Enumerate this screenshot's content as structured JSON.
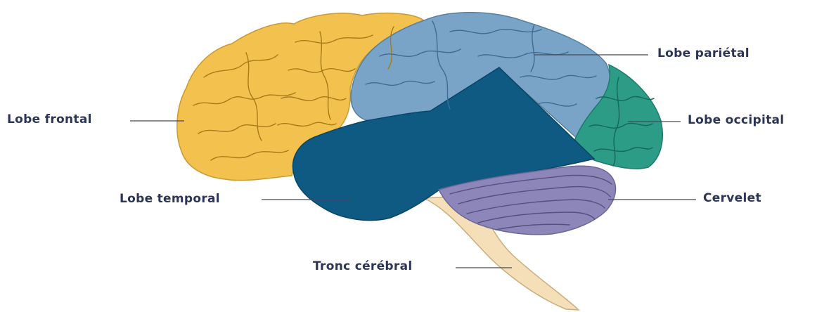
{
  "diagram": {
    "labels": {
      "frontal": "Lobe frontal",
      "parietal": "Lobe pariétal",
      "occipital": "Lobe occipital",
      "temporal": "Lobe temporal",
      "cerebellum": "Cervelet",
      "brainstem": "Tronc cérébral"
    }
  },
  "colors": {
    "frontal": "#f2c14e",
    "parietal": "#7aa3c8",
    "occipital": "#2c9c86",
    "temporal": "#0f5a82",
    "cerebellum": "#8d87b9",
    "brainstem": "#f4dfb8",
    "label_text": "#2d3557"
  }
}
